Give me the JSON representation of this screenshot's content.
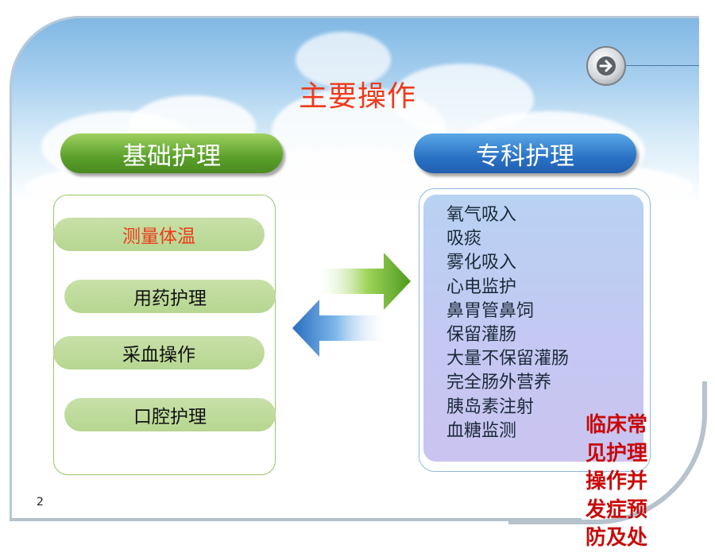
{
  "slide": {
    "title": "主要操作",
    "page_number": "2",
    "colors": {
      "title": "#ee3a1a",
      "green": "#5aa02a",
      "blue": "#2a72c6",
      "note": "#c80a0a"
    }
  },
  "navigation": {
    "next_icon": "arrow-right-icon"
  },
  "basic_care": {
    "header": "基础护理",
    "items": [
      {
        "label": "测量体温",
        "highlighted": true
      },
      {
        "label": "用药护理"
      },
      {
        "label": "采血操作"
      },
      {
        "label": "口腔护理"
      }
    ]
  },
  "special_care": {
    "header": "专科护理",
    "items": [
      "氧气吸入",
      "吸痰",
      "雾化吸入",
      "心电监护",
      "鼻胃管鼻饲",
      "保留灌肠",
      "大量不保留灌肠",
      "完全肠外营养",
      "胰岛素注射",
      "血糖监测"
    ]
  },
  "note": {
    "text": "临床常见护理操作并发症预防及处"
  },
  "arrows": {
    "right_icon": "green-arrow-right-icon",
    "left_icon": "blue-arrow-left-icon"
  }
}
